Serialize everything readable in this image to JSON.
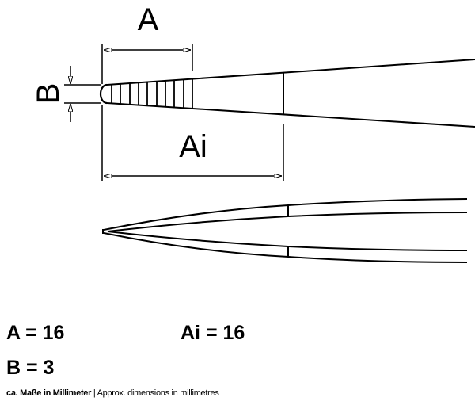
{
  "labels": {
    "a": "A",
    "ai": "Ai",
    "b": "B"
  },
  "values": {
    "a": "A = 16",
    "ai": "Ai = 16",
    "b": "B = 3"
  },
  "footer": {
    "de": "ca. Maße in Millimeter",
    "separator": " | ",
    "en": "Approx. dimensions in millimetres"
  }
}
